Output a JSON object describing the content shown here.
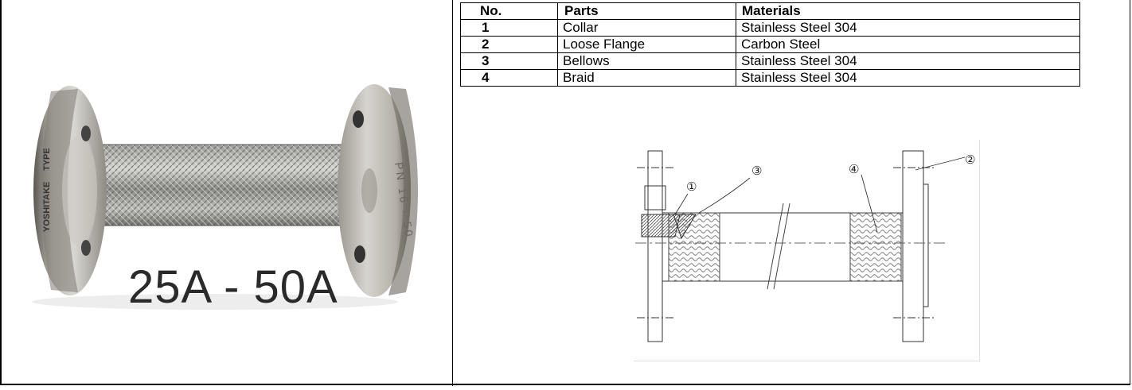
{
  "product": {
    "size_range": "25A - 50A",
    "flange_marking": "YOSHITAKE",
    "tag_text": "TYPE"
  },
  "parts_table": {
    "headers": [
      "No.",
      "Parts",
      "Materials"
    ],
    "rows": [
      {
        "no": "1",
        "part": "Collar",
        "material": "Stainless Steel 304"
      },
      {
        "no": "2",
        "part": "Loose Flange",
        "material": "Carbon Steel"
      },
      {
        "no": "3",
        "part": "Bellows",
        "material": "Stainless Steel 304"
      },
      {
        "no": "4",
        "part": "Braid",
        "material": "Stainless Steel 304"
      }
    ]
  },
  "drawing": {
    "callouts": [
      "①",
      "②",
      "③",
      "④"
    ]
  }
}
